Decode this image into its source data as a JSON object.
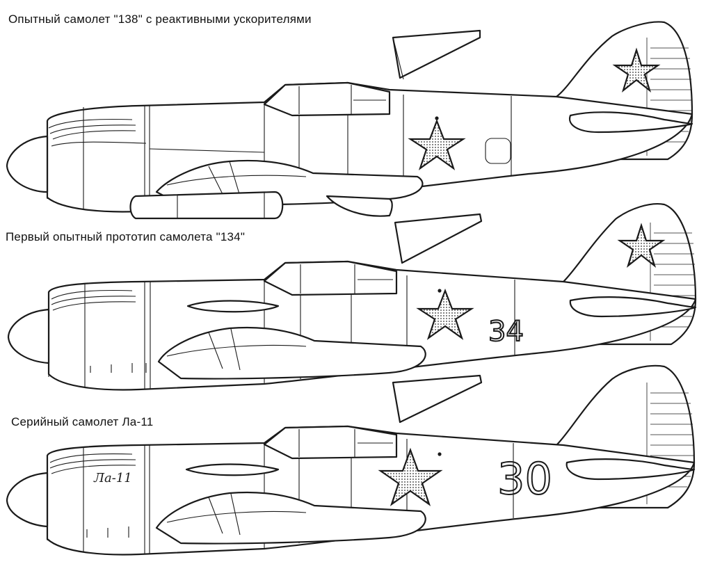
{
  "captions": {
    "top": "Опытный самолет \"138\" с реактивными ускорителями",
    "middle": "Первый опытный прототип самолета \"134\"",
    "bottom": "Серийный самолет Ла-11"
  },
  "markings": {
    "middle_number": "34",
    "bottom_number": "30",
    "bottom_cowl_label": "Ла-11"
  },
  "colors": {
    "ink": "#1a1a1a",
    "star_fill": "#9a9a9a",
    "background": "#ffffff"
  }
}
